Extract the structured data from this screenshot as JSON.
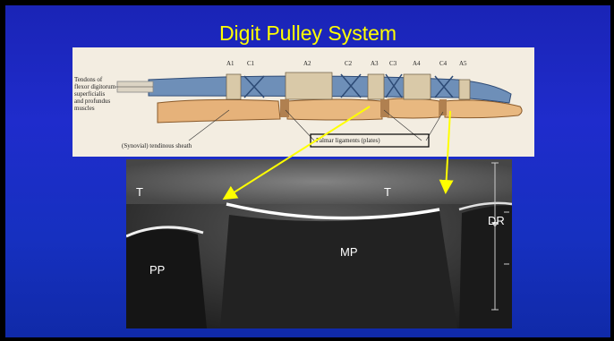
{
  "title": "Digit Pulley System",
  "anatomy": {
    "tendons_label": [
      "Tendons of",
      "flexor digitorum",
      "superficialis",
      "and profundus",
      "muscles"
    ],
    "pulley_labels": [
      "A1",
      "C1",
      "A2",
      "C2",
      "A3",
      "C3",
      "A4",
      "C4",
      "A5"
    ],
    "sheath_label": "(Synovial) tendinous sheath",
    "palmar_label": "Palmar ligaments (plates)"
  },
  "ultrasound": {
    "labels": [
      "T",
      "T",
      "PP",
      "MP",
      "DR"
    ]
  },
  "colors": {
    "title": "#ffff00",
    "arrow": "#ffff00",
    "background": "#1e2cc8"
  }
}
